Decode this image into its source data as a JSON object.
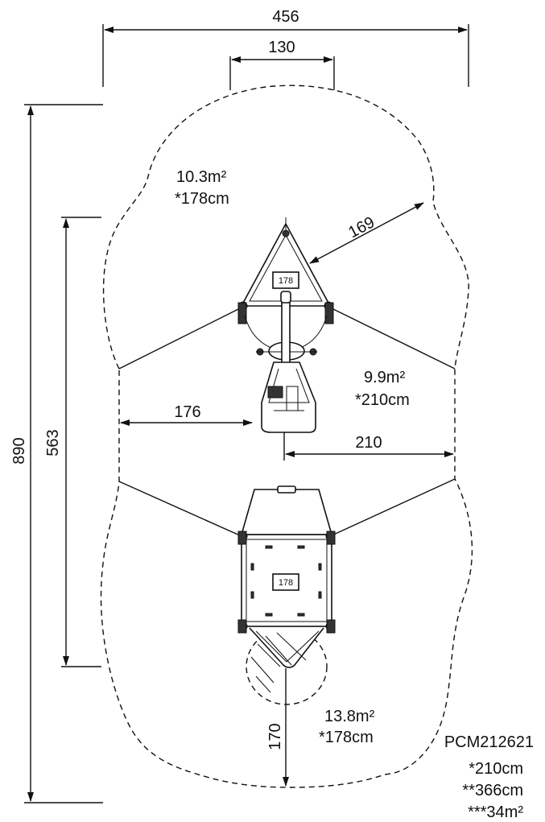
{
  "dimensions": {
    "overall_width": "456",
    "top_width": "130",
    "overall_height": "890",
    "inner_height": "563",
    "radius_diagonal": "169",
    "left_offset": "176",
    "right_offset": "210",
    "bottom_offset": "170"
  },
  "areas": [
    {
      "area": "10.3m²",
      "height": "*178cm"
    },
    {
      "area": "9.9m²",
      "height": "*210cm"
    },
    {
      "area": "13.8m²",
      "height": "*178cm"
    }
  ],
  "equipment_labels": {
    "upper_tag": "178",
    "lower_tag": "178"
  },
  "product": {
    "code": "PCM212621",
    "spec_1": "*210cm",
    "spec_2": "**366cm",
    "spec_3": "***34m²"
  }
}
